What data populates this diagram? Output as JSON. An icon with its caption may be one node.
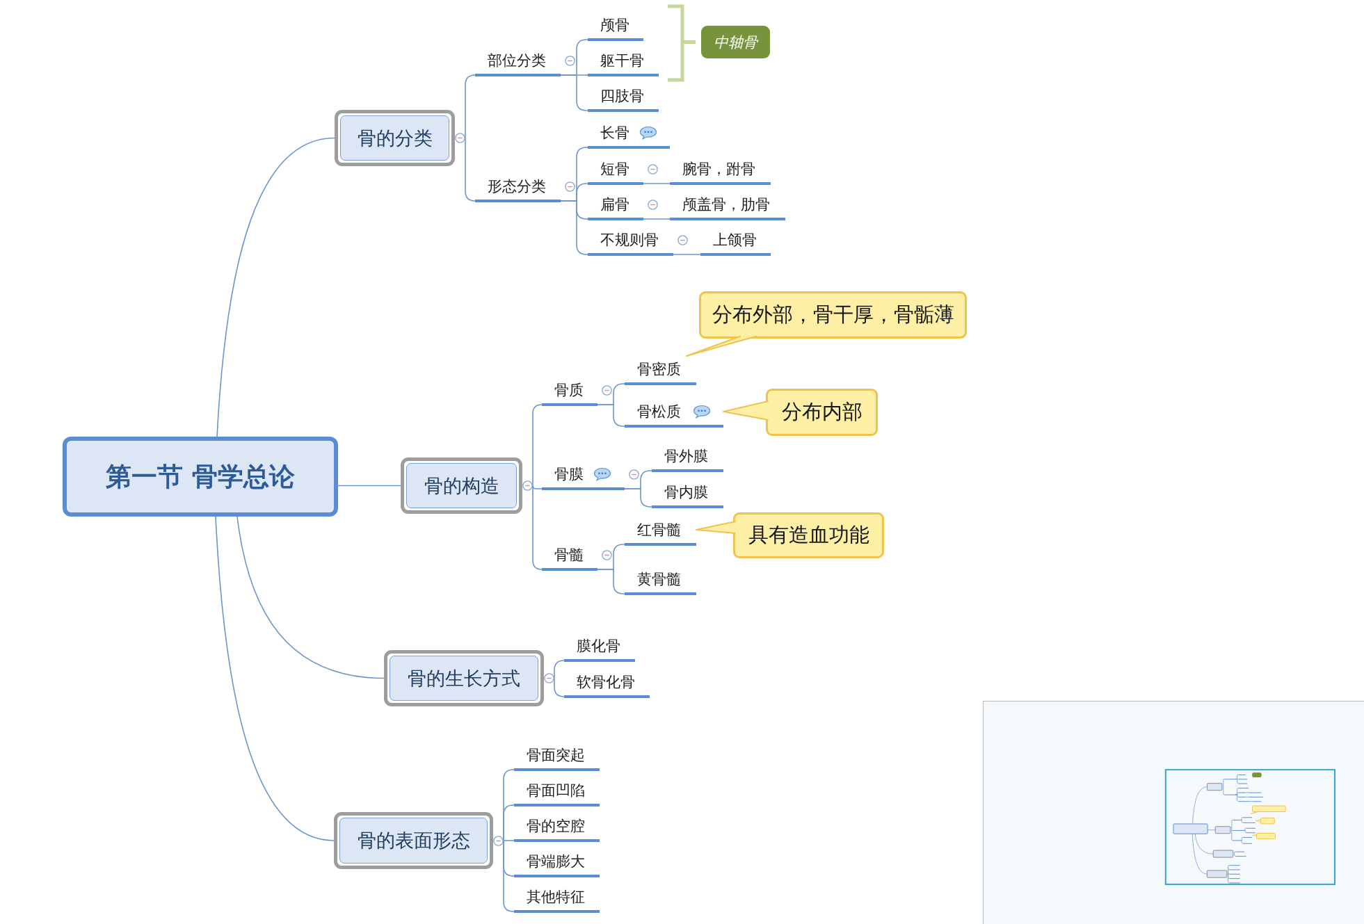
{
  "diagram": {
    "nodes": [
      {
        "text": [
          "第一节 骨学总论"
        ]
      },
      {
        "text": [
          "骨的分类"
        ]
      },
      {
        "text": [
          "部位分类"
        ]
      },
      {
        "text": [
          "颅骨"
        ]
      },
      {
        "text": [
          "躯干骨"
        ]
      },
      {
        "text": [
          "四肢骨"
        ]
      },
      {
        "text": [
          "中轴骨"
        ]
      },
      {
        "text": [
          "形态分类"
        ]
      },
      {
        "text": [
          "长骨"
        ]
      },
      {
        "text": [
          "短骨"
        ]
      },
      {
        "text": [
          "腕骨，跗骨"
        ]
      },
      {
        "text": [
          "扁骨"
        ]
      },
      {
        "text": [
          "颅盖骨，肋骨"
        ]
      },
      {
        "text": [
          "不规则骨"
        ]
      },
      {
        "text": [
          "上颌骨"
        ]
      },
      {
        "text": [
          "骨的构造"
        ]
      },
      {
        "text": [
          "骨质"
        ]
      },
      {
        "text": [
          "骨密质"
        ]
      },
      {
        "text": [
          "骨松质"
        ]
      },
      {
        "text": [
          "骨膜"
        ]
      },
      {
        "text": [
          "骨外膜"
        ]
      },
      {
        "text": [
          "骨内膜"
        ]
      },
      {
        "text": [
          "骨髓"
        ]
      },
      {
        "text": [
          "红骨髓"
        ]
      },
      {
        "text": [
          "黄骨髓"
        ]
      },
      {
        "text": [
          "骨的生长方式"
        ]
      },
      {
        "text": [
          "膜化骨"
        ]
      },
      {
        "text": [
          "软骨化骨"
        ]
      },
      {
        "text": [
          "骨的表面形态"
        ]
      },
      {
        "text": [
          "骨面突起"
        ]
      },
      {
        "text": [
          "骨面凹陷"
        ]
      },
      {
        "text": [
          "骨的空腔"
        ]
      },
      {
        "text": [
          "骨端膨大"
        ]
      },
      {
        "text": [
          "其他特征"
        ]
      },
      {
        "text": [
          "分布外部，骨干厚，骨骺薄"
        ]
      },
      {
        "text": [
          "分布内部"
        ]
      },
      {
        "text": [
          "具有造血功能"
        ]
      }
    ],
    "edges": [
      {
        "from": 0,
        "to": 1,
        "arrow": "none"
      },
      {
        "from": 0,
        "to": 15,
        "arrow": "none"
      },
      {
        "from": 0,
        "to": 25,
        "arrow": "none"
      },
      {
        "from": 0,
        "to": 28,
        "arrow": "none"
      },
      {
        "from": 1,
        "to": 2,
        "arrow": "none"
      },
      {
        "from": 1,
        "to": 7,
        "arrow": "none"
      },
      {
        "from": 2,
        "to": 3,
        "arrow": "none"
      },
      {
        "from": 2,
        "to": 4,
        "arrow": "none"
      },
      {
        "from": 2,
        "to": 5,
        "arrow": "none"
      },
      {
        "from": 7,
        "to": 8,
        "arrow": "none"
      },
      {
        "from": 7,
        "to": 9,
        "arrow": "none"
      },
      {
        "from": 7,
        "to": 11,
        "arrow": "none"
      },
      {
        "from": 7,
        "to": 13,
        "arrow": "none"
      },
      {
        "from": 9,
        "to": 10,
        "arrow": "none"
      },
      {
        "from": 11,
        "to": 12,
        "arrow": "none"
      },
      {
        "from": 13,
        "to": 14,
        "arrow": "none"
      },
      {
        "from": 15,
        "to": 16,
        "arrow": "none"
      },
      {
        "from": 15,
        "to": 19,
        "arrow": "none"
      },
      {
        "from": 15,
        "to": 22,
        "arrow": "none"
      },
      {
        "from": 16,
        "to": 17,
        "arrow": "none"
      },
      {
        "from": 16,
        "to": 18,
        "arrow": "none"
      },
      {
        "from": 19,
        "to": 20,
        "arrow": "none"
      },
      {
        "from": 19,
        "to": 21,
        "arrow": "none"
      },
      {
        "from": 22,
        "to": 23,
        "arrow": "none"
      },
      {
        "from": 22,
        "to": 24,
        "arrow": "none"
      },
      {
        "from": 25,
        "to": 26,
        "arrow": "none"
      },
      {
        "from": 25,
        "to": 27,
        "arrow": "none"
      },
      {
        "from": 28,
        "to": 29,
        "arrow": "none"
      },
      {
        "from": 28,
        "to": 30,
        "arrow": "none"
      },
      {
        "from": 28,
        "to": 31,
        "arrow": "none"
      },
      {
        "from": 28,
        "to": 32,
        "arrow": "none"
      },
      {
        "from": 28,
        "to": 33,
        "arrow": "none"
      },
      {
        "from": 34,
        "to": 17,
        "arrow": "none",
        "color": "#f0c24e"
      },
      {
        "from": 35,
        "to": 18,
        "arrow": "none",
        "color": "#f0c24e"
      },
      {
        "from": 36,
        "to": 23,
        "arrow": "none",
        "color": "#f0c24e"
      }
    ]
  }
}
